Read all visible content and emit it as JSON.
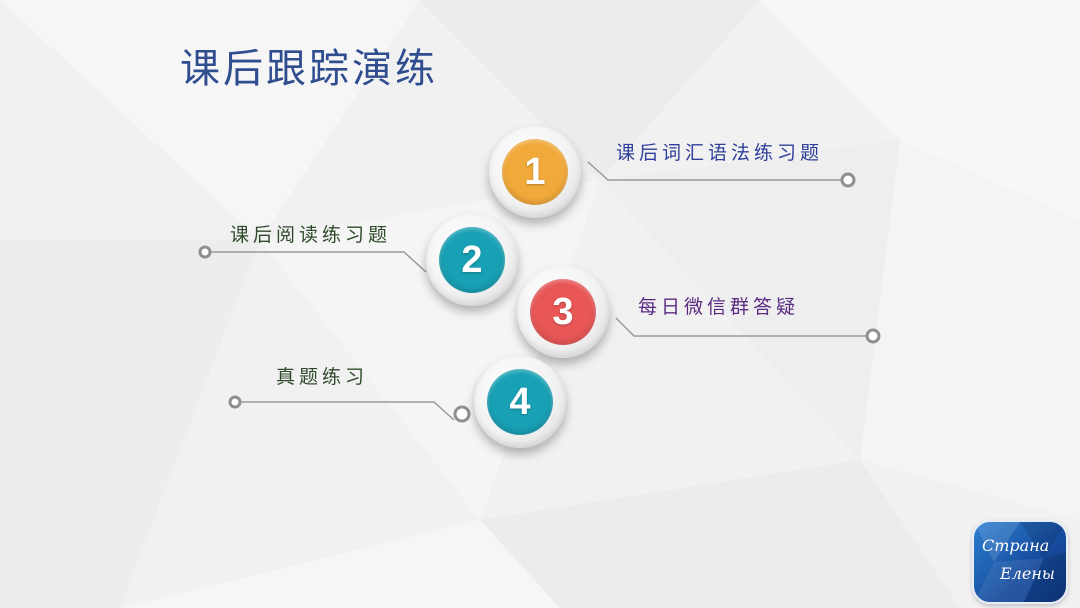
{
  "slide": {
    "title": "课后跟踪演练"
  },
  "items": [
    {
      "number": "1",
      "label": "课后词汇语法练习题",
      "color": "#f1a93a",
      "label_color": "#2f3f9a"
    },
    {
      "number": "2",
      "label": "课后阅读练习题",
      "color": "#18a0b4",
      "label_color": "#2f4a2a"
    },
    {
      "number": "3",
      "label": "每日微信群答疑",
      "color": "#e85656",
      "label_color": "#5b2b82"
    },
    {
      "number": "4",
      "label": "真题练习",
      "color": "#18a0b4",
      "label_color": "#2f4a2a"
    }
  ],
  "logo": {
    "line1": "Страна",
    "line2": "Елены"
  },
  "colors": {
    "title": "#2f4d8f",
    "connector": "#9a9a9a"
  }
}
